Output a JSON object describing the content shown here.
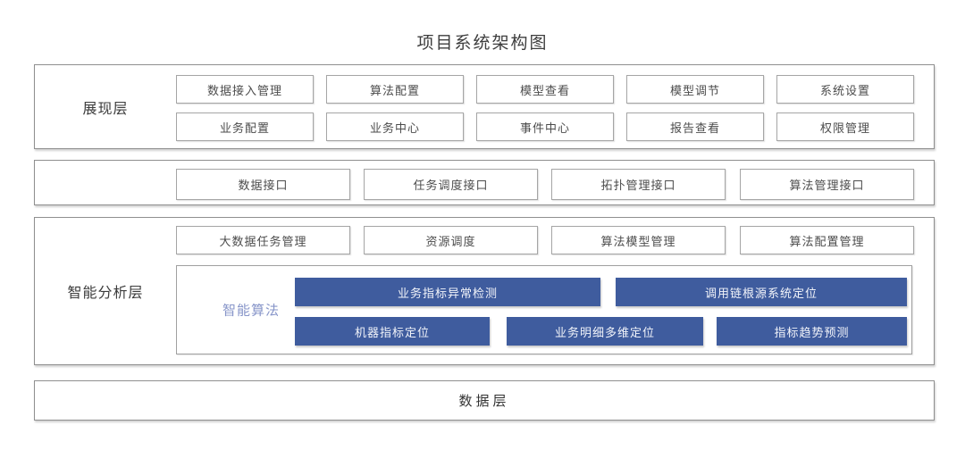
{
  "title": "项目系统架构图",
  "colors": {
    "accent_blue": "#3F5C9E",
    "algo_label_blue": "#8795C9",
    "border_gray": "#8F8F8F"
  },
  "layers": {
    "presentation": {
      "label": "展现层",
      "rows": [
        [
          "数据接入管理",
          "算法配置",
          "模型查看",
          "模型调节",
          "系统设置"
        ],
        [
          "业务配置",
          "业务中心",
          "事件中心",
          "报告查看",
          "权限管理"
        ]
      ]
    },
    "interface": {
      "items": [
        "数据接口",
        "任务调度接口",
        "拓扑管理接口",
        "算法管理接口"
      ]
    },
    "analysis": {
      "label": "智能分析层",
      "items": [
        "大数据任务管理",
        "资源调度",
        "算法模型管理",
        "算法配置管理"
      ],
      "algorithms": {
        "label": "智能算法",
        "row1": [
          "业务指标异常检测",
          "调用链根源系统定位"
        ],
        "row2": [
          "机器指标定位",
          "业务明细多维定位",
          "指标趋势预测"
        ]
      }
    },
    "data": {
      "label": "数据层"
    }
  }
}
